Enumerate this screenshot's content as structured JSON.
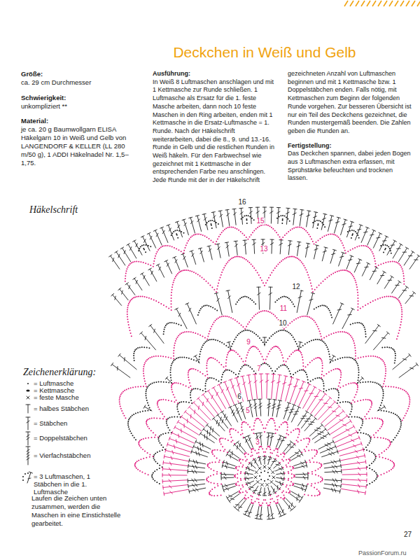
{
  "diagram": {
    "title": "Deckchen in Weiß und Gelb",
    "labels": [
      "Größe:",
      "ca. 29 cm Durchmesser",
      "Schwierigkeit:",
      "unkompliziert **",
      "Material:",
      "je ca. 20 g Baumwollgarn ELISA Häkelgarn 10 in Weiß und Gelb von LANGENDORF & KELLER (LL 280 m/50 g), 1 ADDI Häkelnadel Nr. 1,5–1,75.",
      "Ausführung:",
      "In Weiß 8 Luftmaschen anschlagen und mit 1 Kettmasche zur Runde schließen. 1 Luftmasche als Ersatz für die 1. feste Masche arbeiten, dann noch 10 feste Maschen in den Ring arbeiten, enden mit 1 Kettmasche in die Ersatz-Luftmasche = 1. Runde. Nach der Häkelschrift weiterarbeiten, dabei die 8., 9. und 13.-16. Runde in Gelb und die restlichen Runden in Weiß häkeln. Für den Farbwechsel wie gezeichnet mit 1 Kettmasche in der entsprechenden Farbe neu anschlingen. Jede Runde mit der in der Häkelschrift gezeichneten Anzahl von Luftmaschen beginnen und mit 1 Kettmasche bzw. 1 Doppelstäbchen enden. Falls nötig, mit Kettmaschen zum Beginn der folgenden Runde vorgehen. Zur besseren Übersicht ist nur ein Teil des Deckchens gezeichnet, die Runden mustergemäß beenden. Die Zahlen geben die Runden an.",
      "Fertigstellung:",
      "Das Deckchen spannen, dabei jeden Bogen aus 3 Luftmaschen extra erfassen, mit Sprühstärke befeuchten und trocknen lassen.",
      "Häkelschrift",
      "16",
      "15",
      "13",
      "12",
      "11",
      "10",
      "9",
      "7",
      "6",
      "5",
      "3",
      "Zeichenerklärung:",
      "Laufen die Zeichen unten zusammen, werden die Maschen in eine Einstichstelle gearbeitet.",
      "27",
      "PassionForum.ru"
    ],
    "legend": [
      {
        "text": "= Luftmasche"
      },
      {
        "text": "= Kettmasche"
      },
      {
        "text": "= feste Masche"
      },
      {
        "text": "= halbes Stäbchen"
      },
      {
        "text": "= Stäbchen"
      },
      {
        "text": "= Doppelstäbchen"
      },
      {
        "text": "= Vierfachstäbchen"
      },
      {
        "text": "= 3 Luftmaschen, 1 Stäbchen in die 1. Luftmasche"
      }
    ]
  }
}
